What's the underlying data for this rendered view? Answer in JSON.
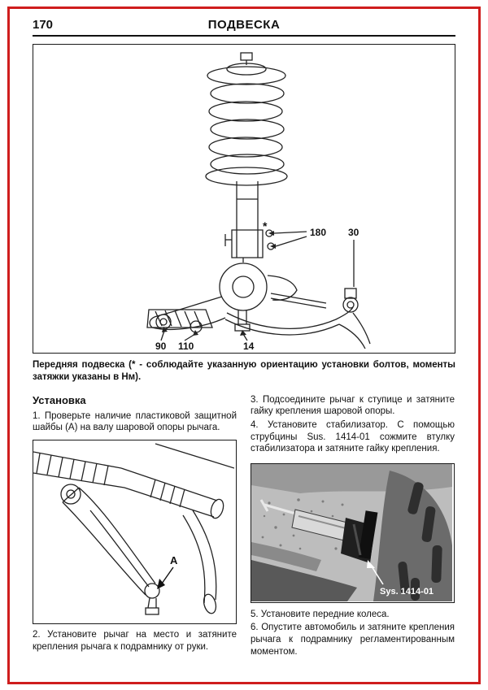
{
  "header": {
    "page_number": "170",
    "title": "ПОДВЕСКА"
  },
  "main_figure": {
    "labels": {
      "t180": "180",
      "t30": "30",
      "t90": "90",
      "t110": "110",
      "t14": "14",
      "asterisk": "*"
    },
    "caption": "Передняя подвеска (* - соблюдайте указанную ориентацию установки болтов, моменты затяжки указаны в Нм)."
  },
  "installation": {
    "heading": "Установка",
    "steps": {
      "s1": "1. Проверьте наличие пластиковой защитной шайбы (А) на валу шаровой опоры рычага.",
      "s2": "2. Установите рычаг на место и затяните крепления рычага к подрамнику от руки.",
      "s3": "3. Подсоедините рычаг к ступице и затяните гайку крепления шаровой опоры.",
      "s4": "4. Установите стабилизатор. С помощью струбцины Sus. 1414-01 сожмите втулку стабилизатора и затяните гайку крепления.",
      "s5": "5. Установите передние колеса.",
      "s6": "6. Опустите автомобиль и затяните крепления рычага к подрамнику регламентированным моментом."
    }
  },
  "left_figure": {
    "label_a": "A"
  },
  "right_figure": {
    "tool_label": "Sys. 1414-01"
  }
}
